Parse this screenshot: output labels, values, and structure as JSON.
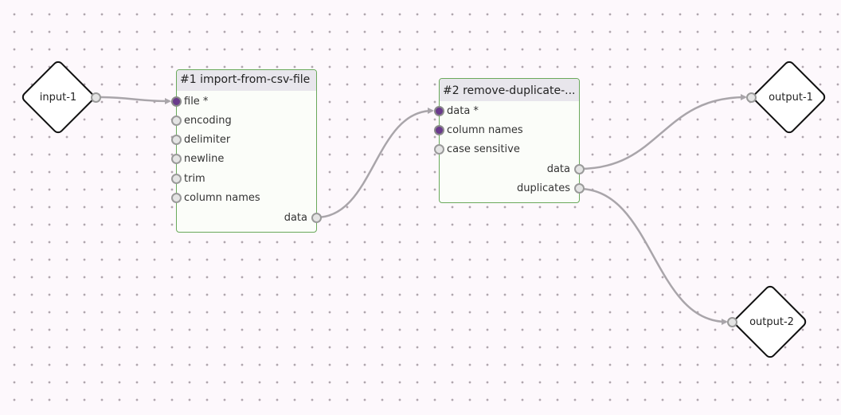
{
  "inputs": [
    {
      "label": "input-1"
    }
  ],
  "outputs": [
    {
      "label": "output-1"
    },
    {
      "label": "output-2"
    }
  ],
  "nodes": [
    {
      "title": "#1 import-from-csv-file",
      "inputs": [
        {
          "label": "file *",
          "connected": true
        },
        {
          "label": "encoding",
          "connected": false
        },
        {
          "label": "delimiter",
          "connected": false
        },
        {
          "label": "newline",
          "connected": false
        },
        {
          "label": "trim",
          "connected": false
        },
        {
          "label": "column names",
          "connected": false
        }
      ],
      "outputs": [
        {
          "label": "data"
        }
      ]
    },
    {
      "title": "#2 remove-duplicate-...",
      "inputs": [
        {
          "label": "data *",
          "connected": true
        },
        {
          "label": "column names",
          "connected": true
        },
        {
          "label": "case sensitive",
          "connected": false
        }
      ],
      "outputs": [
        {
          "label": "data"
        },
        {
          "label": "duplicates"
        }
      ]
    }
  ],
  "colors": {
    "background": "#fdf8fc",
    "grid_dot": "#b0a6ae",
    "node_border": "#6aa95b",
    "node_header": "#e8e6ec",
    "port_filled": "#6a3a8c",
    "wire": "#a9a5aa"
  }
}
